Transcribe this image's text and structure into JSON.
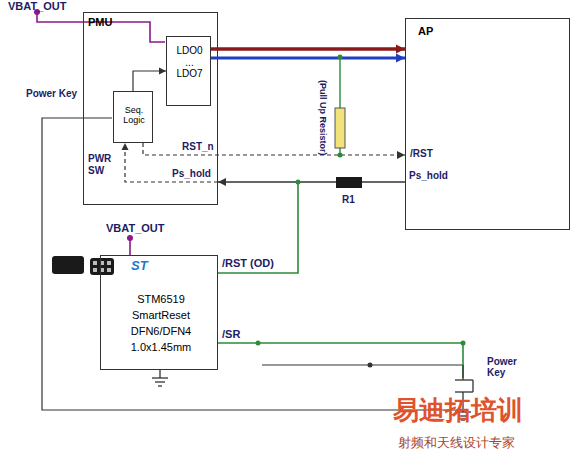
{
  "diagram": {
    "nodes": [
      {
        "text": [
          "PMU",
          "PWR SW"
        ]
      },
      {
        "text": [
          "LDO0 ... LDO7"
        ],
        "in": 0
      },
      {
        "text": [
          "Seq. Logic"
        ],
        "in": 0
      },
      {
        "text": [
          "AP"
        ]
      },
      {
        "text": [
          "STM6519 SmartReset DFN6/DFN4 1.0x1.45mm"
        ]
      }
    ],
    "edges": [
      {
        "from": 2,
        "to": 1,
        "arrow": "to"
      },
      {
        "from": 1,
        "to": 3,
        "arrow": "to"
      },
      {
        "from": 2,
        "to": 3,
        "arrow": "to"
      },
      {
        "from": 3,
        "to": 2,
        "arrow": "to"
      }
    ],
    "labels": [
      "VBAT_OUT",
      "Power Key",
      "RST_n",
      "Ps_hold",
      "(Pull Up Resistor)",
      "/RST",
      "Ps_hold",
      "R1",
      "VBAT_OUT",
      "ST",
      "/RST (OD)",
      "/SR",
      "Power Key",
      "易迪拓培训",
      "射频和天线设计专家"
    ]
  }
}
